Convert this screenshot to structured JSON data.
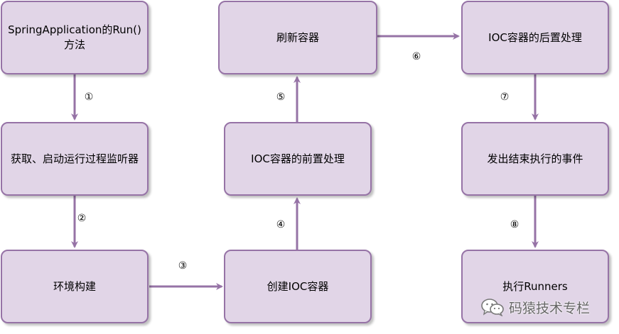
{
  "nodes": {
    "spring_run": "SpringApplication的Run()方法",
    "get_listeners": "获取、启动运行过程监听器",
    "env_build": "环境构建",
    "create_ioc": "创建IOC容器",
    "ioc_pre": "IOC容器的前置处理",
    "refresh": "刷新容器",
    "ioc_post": "IOC容器的后置处理",
    "publish_event": "发出结束执行的事件",
    "run_runners": "执行Runners"
  },
  "steps": {
    "s1": "①",
    "s2": "②",
    "s3": "③",
    "s4": "④",
    "s5": "⑤",
    "s6": "⑥",
    "s7": "⑦",
    "s8": "⑧"
  },
  "watermark": {
    "text": "码猿技术专栏",
    "icon": "wechat-icon"
  },
  "colors": {
    "node_fill": "#e1d5e7",
    "node_border": "#9673a6",
    "arrow": "#9673a6"
  }
}
